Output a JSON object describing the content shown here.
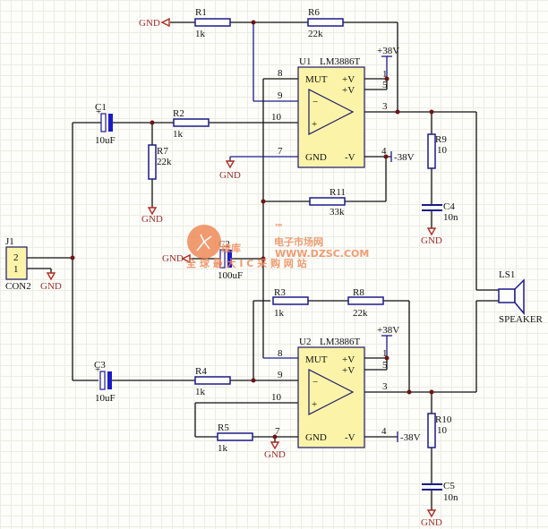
{
  "title": "LM3886 bridged amplifier schematic",
  "chips": {
    "u1": {
      "ref": "U1",
      "part": "LM3886T",
      "mut": "MUT",
      "vplus1": "+V",
      "vplus2": "+V",
      "gnd": "GND",
      "vminus": "-V",
      "minus": "−",
      "plus": "+",
      "pins": {
        "p8": "8",
        "p9": "9",
        "p10": "10",
        "p7": "7",
        "p1": "1",
        "p5": "5",
        "p3": "3",
        "p4": "4"
      }
    },
    "u2": {
      "ref": "U2",
      "part": "LM3886T",
      "mut": "MUT",
      "vplus1": "+V",
      "vplus2": "+V",
      "gnd": "GND",
      "vminus": "-V",
      "minus": "−",
      "plus": "+",
      "pins": {
        "p8": "8",
        "p9": "9",
        "p10": "10",
        "p7": "7",
        "p1": "1",
        "p5": "5",
        "p3": "3",
        "p4": "4"
      }
    }
  },
  "resistors": {
    "r1": {
      "ref": "R1",
      "value": "1k"
    },
    "r2": {
      "ref": "R2",
      "value": "1k"
    },
    "r3": {
      "ref": "R3",
      "value": "1k"
    },
    "r4": {
      "ref": "R4",
      "value": "1k"
    },
    "r5": {
      "ref": "R5",
      "value": "1k"
    },
    "r6": {
      "ref": "R6",
      "value": "22k"
    },
    "r7": {
      "ref": "R7",
      "value": "22k"
    },
    "r8": {
      "ref": "R8",
      "value": "22k"
    },
    "r9": {
      "ref": "R9",
      "value": "10"
    },
    "r10": {
      "ref": "R10",
      "value": "10"
    },
    "r11": {
      "ref": "R11",
      "value": "33k"
    }
  },
  "capacitors": {
    "c1": {
      "ref": "C1",
      "value": "10uF"
    },
    "c2": {
      "ref": "C2",
      "value": "100uF"
    },
    "c3": {
      "ref": "C3",
      "value": "10uF"
    },
    "c4": {
      "ref": "C4",
      "value": "10n"
    },
    "c5": {
      "ref": "C5",
      "value": "10n"
    }
  },
  "connector": {
    "ref": "J1",
    "part": "CON2",
    "pin2": "2",
    "pin1": "1"
  },
  "speaker": {
    "ref": "LS1",
    "part": "SPEAKER"
  },
  "power": {
    "pos": "+38V",
    "neg": "-38V",
    "gnd": "GND"
  },
  "watermark": {
    "brand": "维库",
    "tagline": "电子市场网",
    "tm": "™",
    "url": "WWW.DZSC.COM",
    "slogan": "全 球 最 大 I C 采 购 网 站"
  }
}
